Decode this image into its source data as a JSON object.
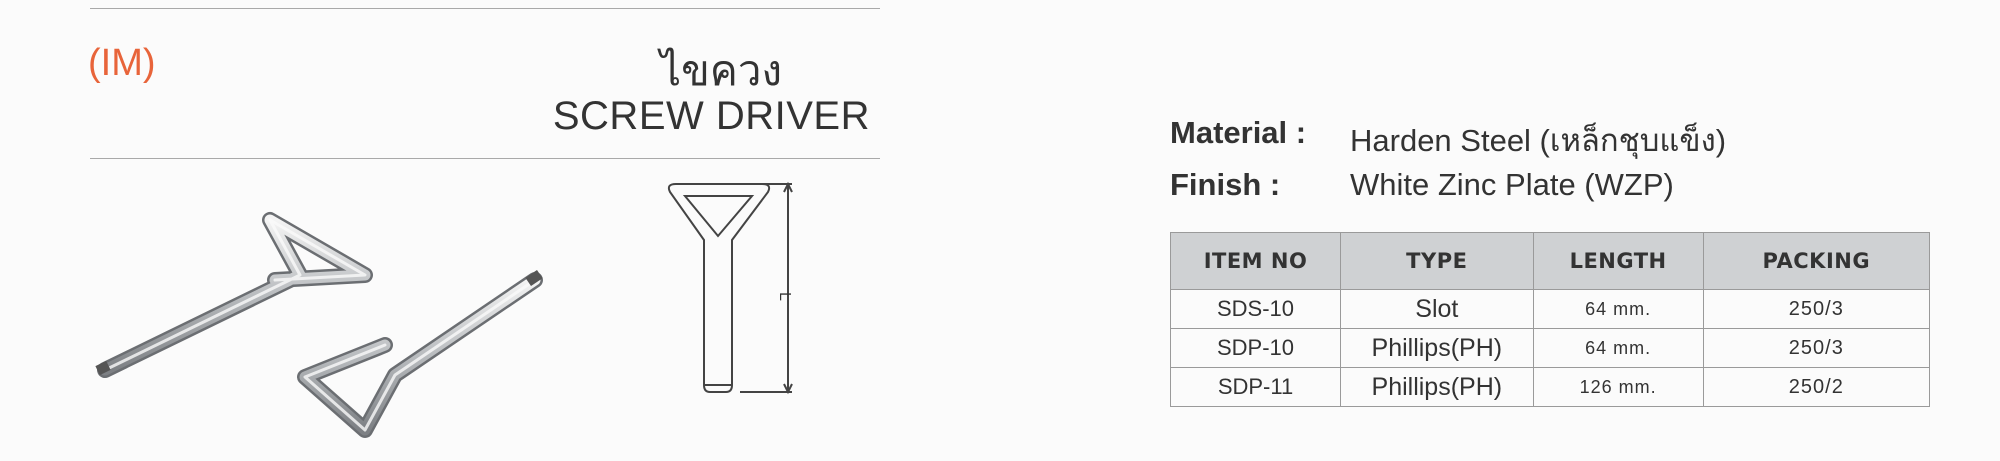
{
  "header": {
    "code": "(IM)",
    "title_th": "ไขควง",
    "title_en": "SCREW DRIVER"
  },
  "specs": {
    "material": {
      "label": "Material :",
      "value": "Harden Steel (เหล็กชุบแข็ง)"
    },
    "finish": {
      "label": "Finish :",
      "value": "White Zinc Plate (WZP)"
    }
  },
  "drawing": {
    "dimension_label": "L"
  },
  "table": {
    "headers": [
      "ITEM NO",
      "TYPE",
      "LENGTH",
      "PACKING"
    ],
    "rows": [
      [
        "SDS-10",
        "Slot",
        "64 mm.",
        "250/3"
      ],
      [
        "SDP-10",
        "Phillips(PH)",
        "64 mm.",
        "250/3"
      ],
      [
        "SDP-11",
        "Phillips(PH)",
        "126 mm.",
        "250/2"
      ]
    ]
  },
  "colors": {
    "code_accent": "#e8643a",
    "header_bg": "#cfd1d3",
    "rule": "#a9a9a9"
  },
  "icons": [
    "screwdriver-photo",
    "screwdriver-dimension-drawing"
  ]
}
